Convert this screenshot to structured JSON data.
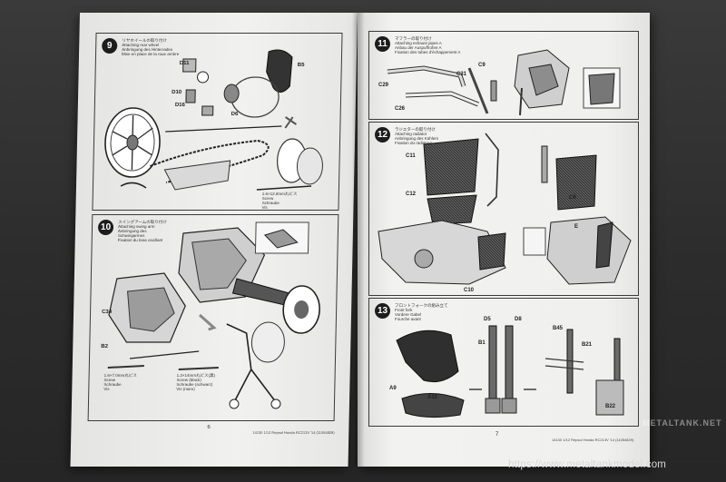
{
  "steps": {
    "s9": {
      "num": "9",
      "title": [
        "リヤホイールの取り付け",
        "Attaching rear wheel",
        "Anbringung des Hinterrades",
        "Mise en place de la roue arrière"
      ],
      "parts": [
        "D11",
        "D10",
        "D16",
        "D6",
        "B5"
      ],
      "screw": [
        "1.6×12.8mm丸ビス",
        "Screw",
        "Schraube",
        "Vis"
      ]
    },
    "s10": {
      "num": "10",
      "title": [
        "スイングアームの取り付け",
        "Attaching swing arm",
        "Anbringung des",
        "Schwingarmes",
        "Fixation du bras oscillant"
      ],
      "parts": [
        "C34",
        "B2"
      ],
      "screw1": [
        "1.6×7.0mm丸ビス",
        "Screw",
        "Schraube",
        "Vis"
      ],
      "screw2": [
        "1.2×14mm丸ビス(黒)",
        "Screw (black)",
        "Schraube (schwarz)",
        "Vis (noire)"
      ]
    },
    "s11": {
      "num": "11",
      "title": [
        "マフラーの取り付け",
        "Attaching exhaust pipes A",
        "Anbau der Auspuffrohre A",
        "Fixation des tubes d'échappement A"
      ],
      "parts": [
        "C31",
        "C26",
        "C29",
        "C9"
      ]
    },
    "s12": {
      "num": "12",
      "title": [
        "ラジエターの取り付け",
        "Attaching radiator",
        "Anbringung des Kühlers",
        "Fixation du radiateur"
      ],
      "parts": [
        "C11",
        "C12",
        "C10",
        "C8",
        "E"
      ]
    },
    "s13": {
      "num": "13",
      "title": [
        "フロントフォークの組み立て",
        "Front fork",
        "Vordere Gabel",
        "Fourche avant"
      ],
      "parts": [
        "D5",
        "D8",
        "B1",
        "B21",
        "B45",
        "A9",
        "A15",
        "B22"
      ]
    }
  },
  "page_numbers": {
    "left": "6",
    "right": "7"
  },
  "footer": {
    "left": "14130  1/12 Repsol Honda RC213V '14 (11054829)",
    "right": "14130  1/12 Repsol Honda RC213V '14 (11054829)"
  },
  "watermark": "https://www.metaltankmodel.com",
  "stamp": "METALTANK.NET"
}
